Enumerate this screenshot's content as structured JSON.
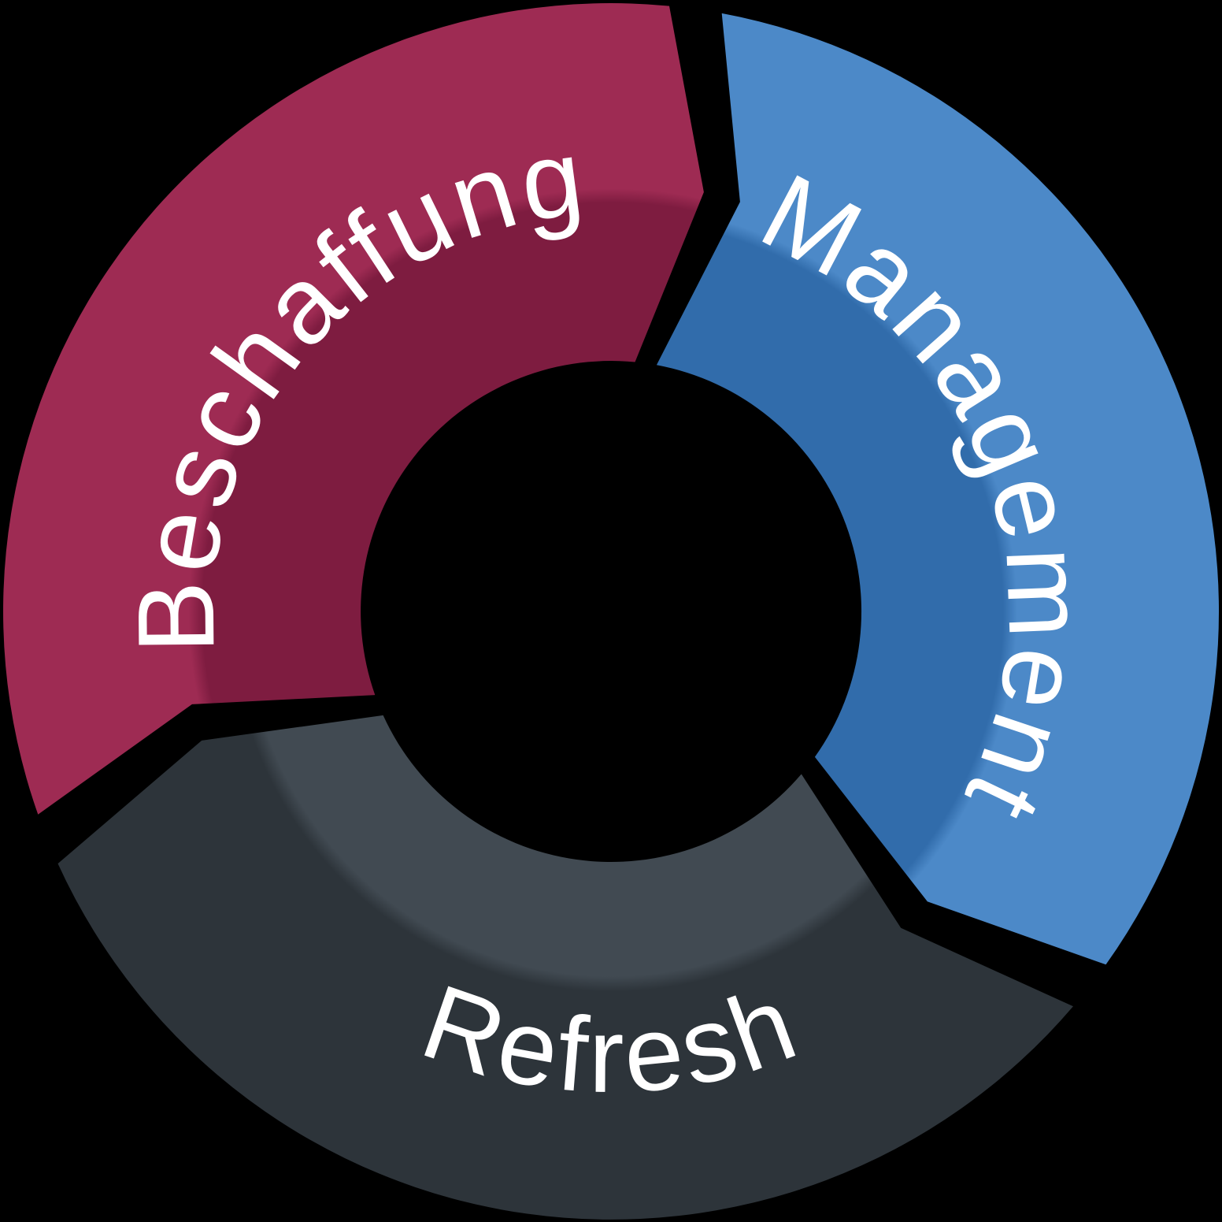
{
  "diagram": {
    "type": "cycle-arrow-ring",
    "background_color": "#000000",
    "label_color": "#ffffff",
    "segments": [
      {
        "id": "beschaffung",
        "label": "Beschaffung",
        "position": "top-left",
        "color_light": "#9E2B53",
        "color_dark": "#7E1C40"
      },
      {
        "id": "management",
        "label": "Management",
        "position": "right",
        "color_light": "#4C89C8",
        "color_dark": "#316CAB"
      },
      {
        "id": "refresh",
        "label": "Refresh",
        "position": "bottom",
        "color_light": "#414A52",
        "color_dark": "#2D343A"
      }
    ]
  }
}
